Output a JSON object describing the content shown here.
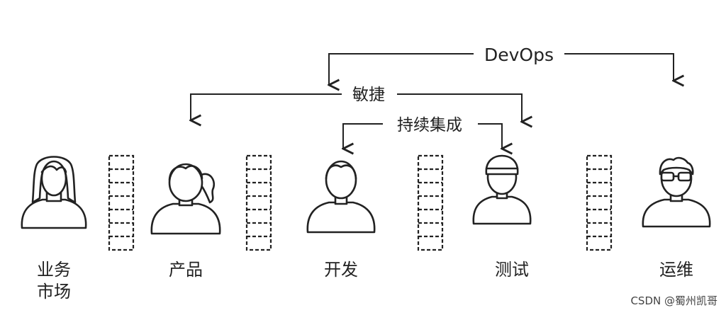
{
  "relations": [
    {
      "id": "devops",
      "label": "DevOps"
    },
    {
      "id": "agile",
      "label": "敏捷"
    },
    {
      "id": "ci",
      "label": "持续集成"
    }
  ],
  "roles": [
    {
      "id": "business",
      "label_line1": "业务",
      "label_line2": "市场"
    },
    {
      "id": "product",
      "label_line1": "产品",
      "label_line2": ""
    },
    {
      "id": "development",
      "label_line1": "开发",
      "label_line2": ""
    },
    {
      "id": "testing",
      "label_line1": "测试",
      "label_line2": ""
    },
    {
      "id": "operations",
      "label_line1": "运维",
      "label_line2": ""
    }
  ],
  "watermark": "CSDN @蜀州凯哥",
  "colors": {
    "ink": "#222222",
    "background": "#ffffff"
  }
}
